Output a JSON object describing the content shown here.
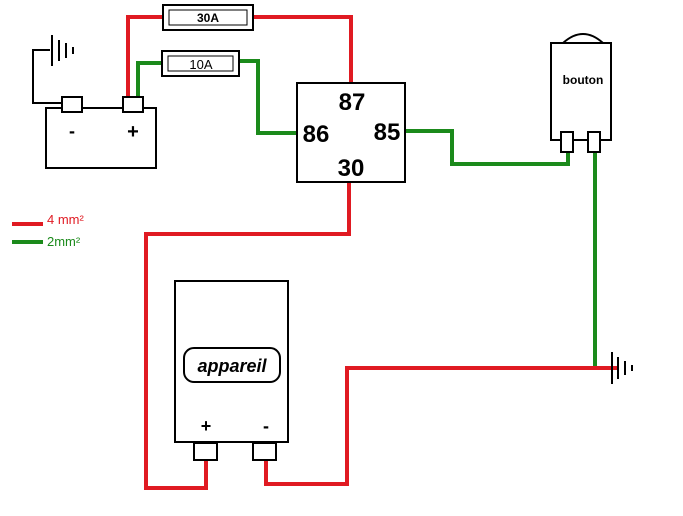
{
  "colors": {
    "wire_4mm": "#e01a22",
    "wire_2mm": "#1b8a1b",
    "outline": "#000000",
    "background": "#ffffff"
  },
  "fuses": {
    "fuse_30a": "30A",
    "fuse_10a": "10A"
  },
  "battery": {
    "negative": "-",
    "positive": "+"
  },
  "relay": {
    "pin_87": "87",
    "pin_86": "86",
    "pin_85": "85",
    "pin_30": "30"
  },
  "switch": {
    "label": "bouton"
  },
  "device": {
    "label": "appareil",
    "positive": "+",
    "negative": "-"
  },
  "legend": {
    "red_label": "4 mm²",
    "green_label": "2mm²"
  },
  "icons": [
    "ground-icon",
    "fuse-icon",
    "battery-icon",
    "relay-icon",
    "switch-icon"
  ]
}
